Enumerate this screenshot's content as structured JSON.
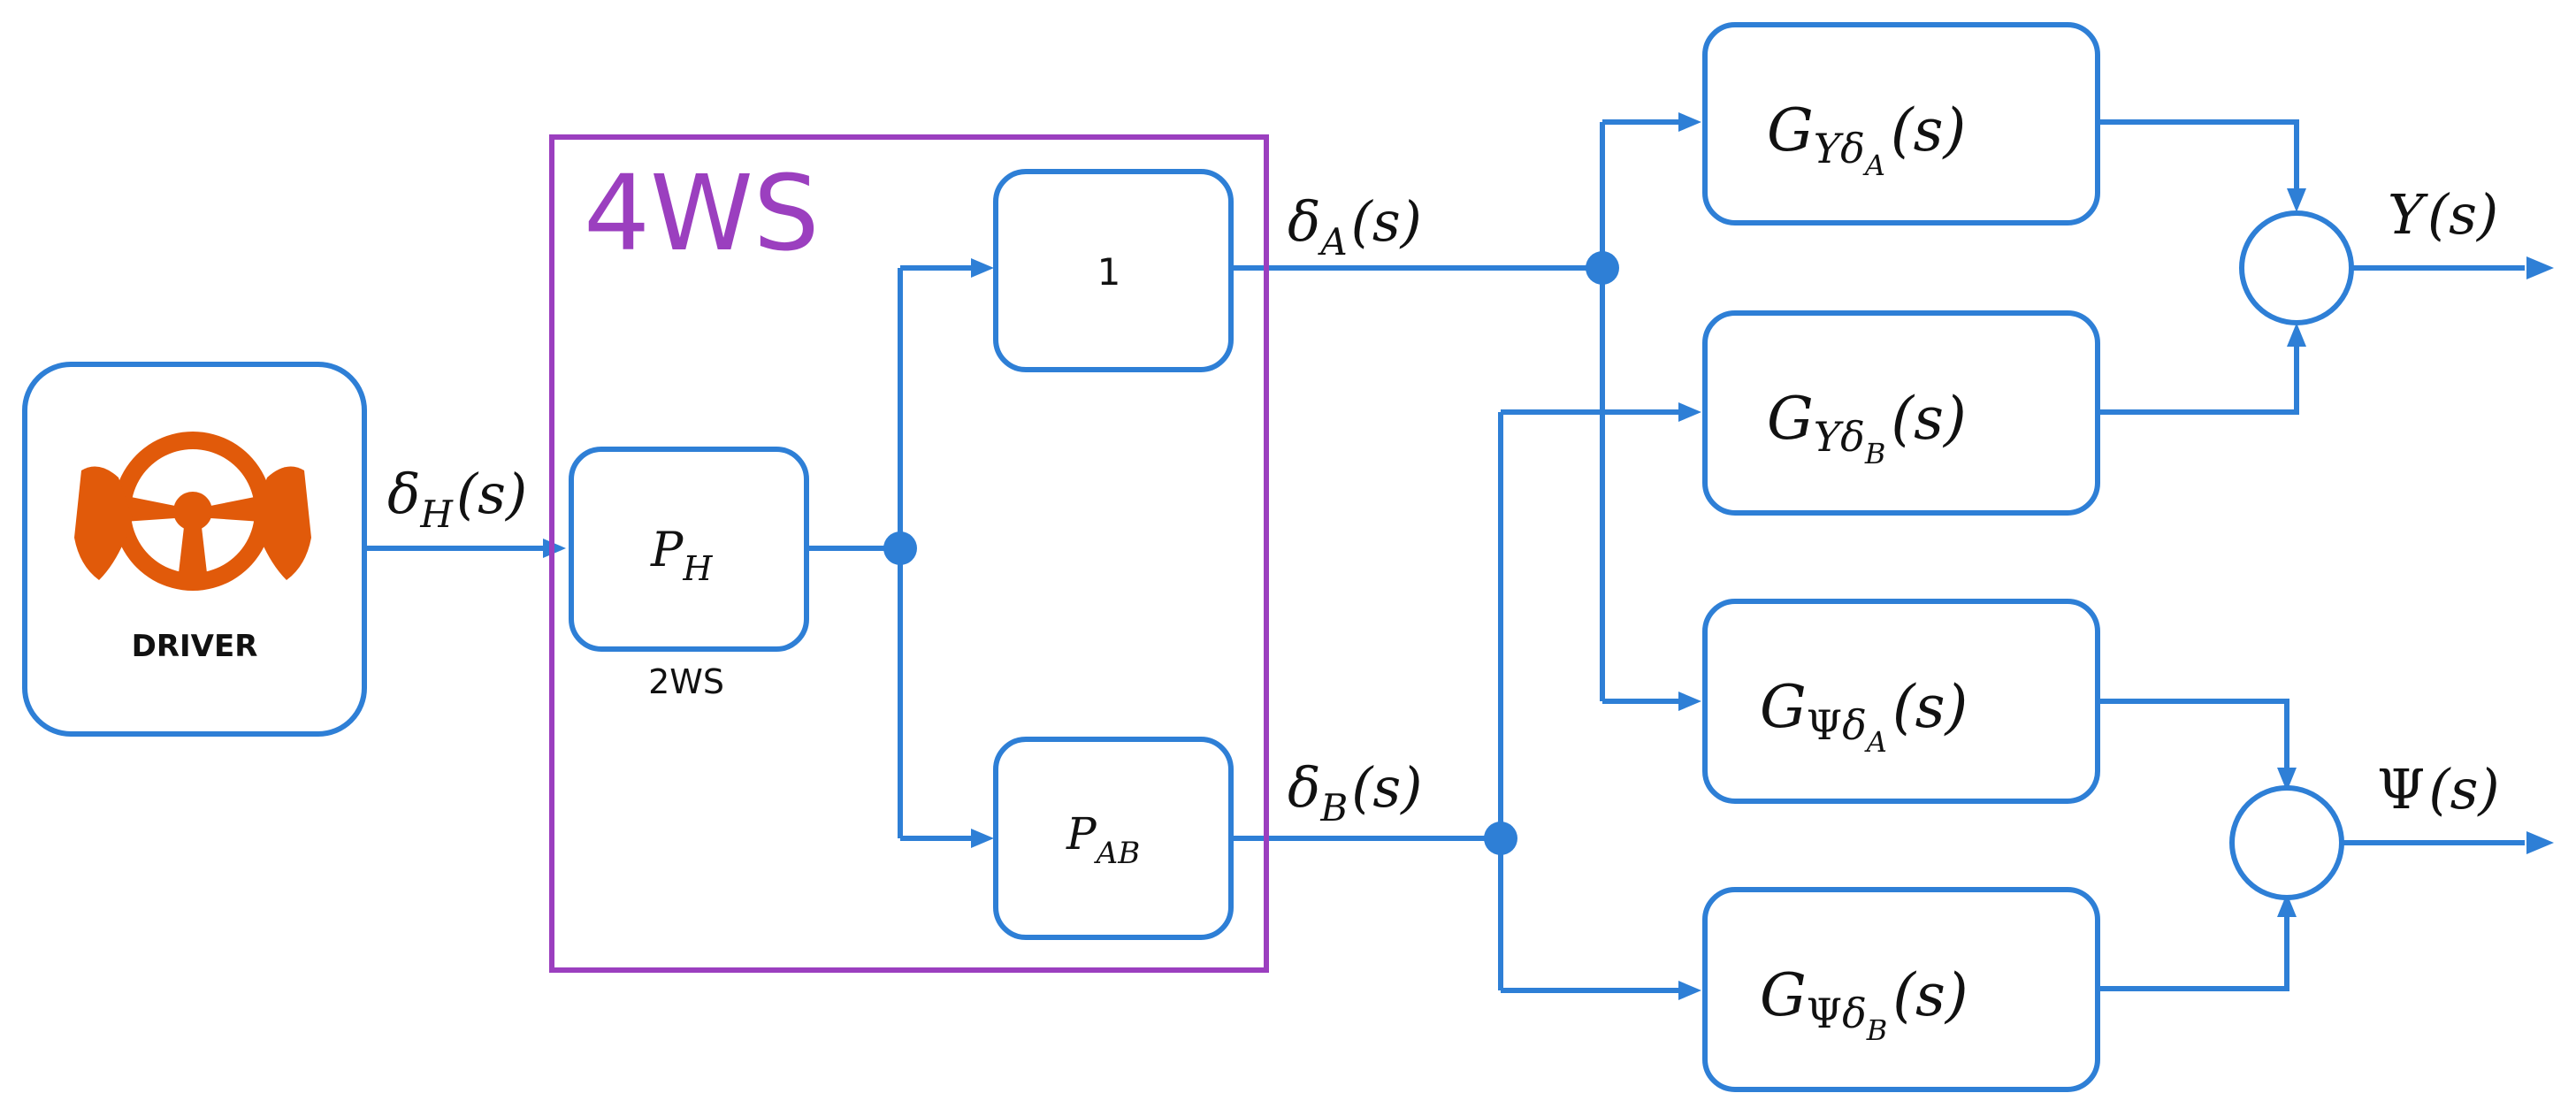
{
  "colors": {
    "wire": "#2e7fd6",
    "frame_4ws": "#9b3fbf",
    "driver_icon": "#e15a0a",
    "text": "#111111"
  },
  "driver": {
    "label": "DRIVER",
    "icon": "steering-wheel-hands-icon"
  },
  "frame": {
    "label": "4WS"
  },
  "blocks": {
    "ph": {
      "main": "P",
      "sub": "H",
      "caption": "2WS"
    },
    "one": {
      "main": "1"
    },
    "pab": {
      "main": "P",
      "sub": "AB"
    },
    "gya": {
      "main": "G",
      "sub1": "Y",
      "sub2": "δ",
      "sub3": "A",
      "arg": "(s)"
    },
    "gyb": {
      "main": "G",
      "sub1": "Y",
      "sub2": "δ",
      "sub3": "B",
      "arg": "(s)"
    },
    "gpa": {
      "main": "G",
      "sub1": "Ψ",
      "sub2": "δ",
      "sub3": "A",
      "arg": "(s)"
    },
    "gpb": {
      "main": "G",
      "sub1": "Ψ",
      "sub2": "δ",
      "sub3": "B",
      "arg": "(s)"
    }
  },
  "signals": {
    "dh": {
      "main": "δ",
      "sub": "H",
      "arg": "(s)"
    },
    "da": {
      "main": "δ",
      "sub": "A",
      "arg": "(s)"
    },
    "db": {
      "main": "δ",
      "sub": "B",
      "arg": "(s)"
    },
    "y": {
      "main": "Y",
      "arg": "(s)"
    },
    "psi": {
      "main": "Ψ",
      "arg": "(s)"
    }
  }
}
